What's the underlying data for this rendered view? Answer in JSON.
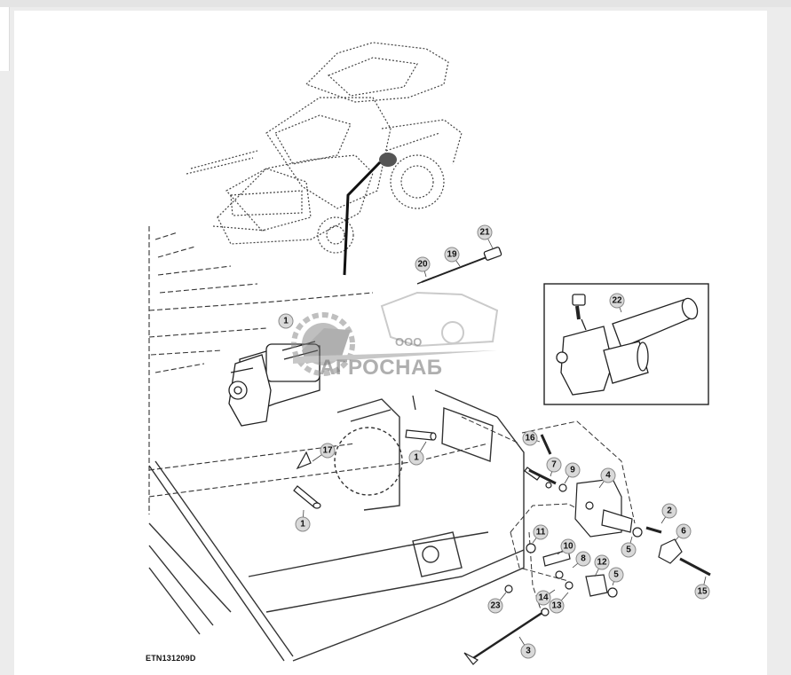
{
  "figure": {
    "code": "ETN131209D"
  },
  "watermark": {
    "prefix": "ООО",
    "company": "АГРОСНАБ"
  },
  "callouts": [
    {
      "label": "1"
    },
    {
      "label": "1"
    },
    {
      "label": "1"
    },
    {
      "label": "2"
    },
    {
      "label": "3"
    },
    {
      "label": "4"
    },
    {
      "label": "5"
    },
    {
      "label": "5"
    },
    {
      "label": "6"
    },
    {
      "label": "7"
    },
    {
      "label": "8"
    },
    {
      "label": "9"
    },
    {
      "label": "10"
    },
    {
      "label": "11"
    },
    {
      "label": "12"
    },
    {
      "label": "13"
    },
    {
      "label": "14"
    },
    {
      "label": "15"
    },
    {
      "label": "16"
    },
    {
      "label": "17"
    },
    {
      "label": "19"
    },
    {
      "label": "20"
    },
    {
      "label": "21"
    },
    {
      "label": "22"
    },
    {
      "label": "23"
    }
  ],
  "colors": {
    "line": "#333333",
    "callout_fill": "#d9d9d9",
    "watermark": "#8c8c8c"
  }
}
